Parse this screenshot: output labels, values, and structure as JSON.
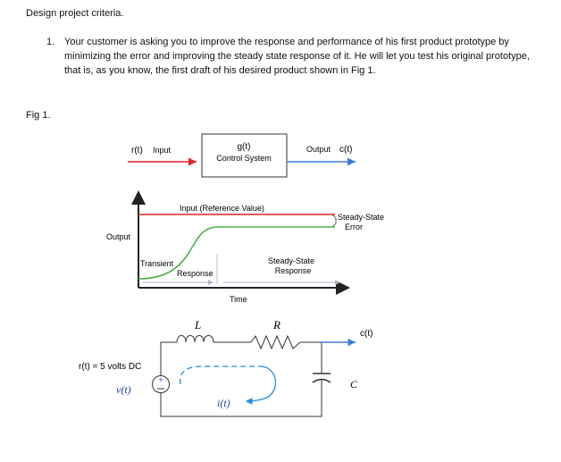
{
  "heading": "Design project criteria.",
  "item_number": "1.",
  "paragraph": "Your customer is asking you to improve the response and performance of his first product prototype by minimizing the error and improving the steady state response of it. He will let you test his original prototype, that is, as you know, the first draft of his desired product shown in Fig 1.",
  "fig_label": "Fig 1.",
  "block_diagram": {
    "input_label": "r(t)",
    "input_word": "Input",
    "box_line1": "g(t)",
    "box_line2": "Control System",
    "output_word": "Output",
    "output_label": "c(t)"
  },
  "response_plot": {
    "input_ref_label": "Input (Reference Value)",
    "steady_state_error_line1": "Steady-State",
    "steady_state_error_line2": "Error",
    "y_label": "Output",
    "transient_label": "Transient",
    "response_label": "Response",
    "steady_state_response_line1": "Steady-State",
    "steady_state_response_line2": "Response",
    "time_label": "Time"
  },
  "circuit": {
    "inductor_label": "L",
    "resistor_label": "R",
    "output_label": "c(t)",
    "source_text": "r(t) = 5 volts DC",
    "source_symbol": "v(t)",
    "plus_sign": "+",
    "capacitor_label": "C",
    "current_label": "i(t)"
  },
  "colors": {
    "signal_red": "#e0242b",
    "signal_blue": "#3c7ad6",
    "curve_green": "#4fb04a",
    "loop_blue": "#1e8fe0",
    "source_blue": "#1a3ea8"
  }
}
